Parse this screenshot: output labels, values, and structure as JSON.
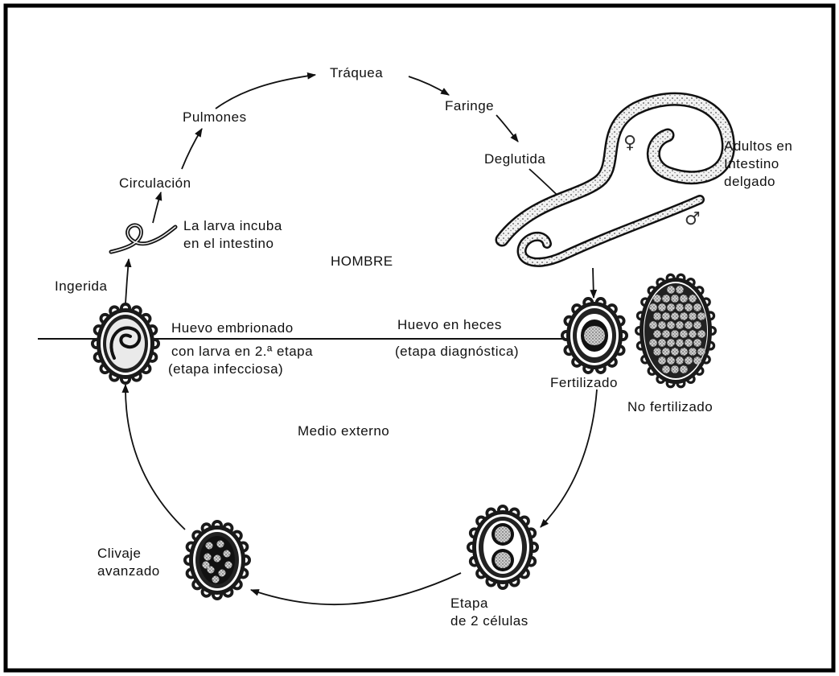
{
  "labels": {
    "traquea": "Tráquea",
    "faringe": "Faringe",
    "pulmones": "Pulmones",
    "deglutida": "Deglutida",
    "circulacion": "Circulación",
    "adultos_1": "Adultos en",
    "adultos_2": "Intestino",
    "adultos_3": "delgado",
    "larva_1": "La larva incuba",
    "larva_2": "en el intestino",
    "hombre": "HOMBRE",
    "ingerida": "Ingerida",
    "huevo_embrionado": "Huevo embrionado",
    "con_larva": "con larva en 2.ª etapa",
    "etapa_infecciosa": "(etapa infecciosa)",
    "huevo_heces": "Huevo en heces",
    "etapa_diagnostica": "(etapa diagnóstica)",
    "fertilizado": "Fertilizado",
    "no_fertilizado": "No fertilizado",
    "medio_externo": "Medio externo",
    "clivaje_1": "Clivaje",
    "clivaje_2": "avanzado",
    "etapa_1": "Etapa",
    "etapa_2": "de 2 células",
    "female_symbol": "♀",
    "male_symbol": "♂"
  }
}
